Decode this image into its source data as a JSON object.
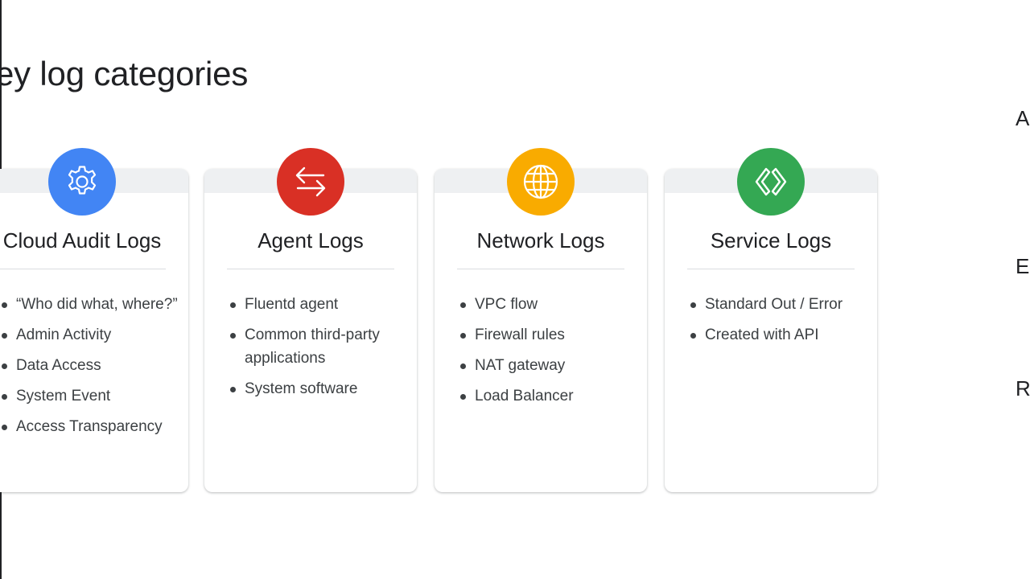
{
  "slide": {
    "title": "ey log categories",
    "right_edge_letters": [
      "A",
      "E",
      "R"
    ]
  },
  "colors": {
    "blue": "#4285f4",
    "red": "#d93025",
    "yellow": "#f9ab00",
    "green": "#34a853"
  },
  "cards": [
    {
      "icon": "gear-icon",
      "title": "Cloud Audit Logs",
      "items": [
        "“Who did what, where?”",
        "Admin Activity",
        "Data Access",
        "System Event",
        "Access Transparency"
      ]
    },
    {
      "icon": "arrows-exchange-icon",
      "title": "Agent Logs",
      "items": [
        "Fluentd agent",
        "Common third-party applications",
        "System software"
      ]
    },
    {
      "icon": "globe-icon",
      "title": "Network Logs",
      "items": [
        "VPC flow",
        "Firewall rules",
        "NAT gateway",
        "Load Balancer"
      ]
    },
    {
      "icon": "code-brackets-icon",
      "title": "Service Logs",
      "items": [
        "Standard Out / Error",
        "Created with API"
      ]
    }
  ]
}
